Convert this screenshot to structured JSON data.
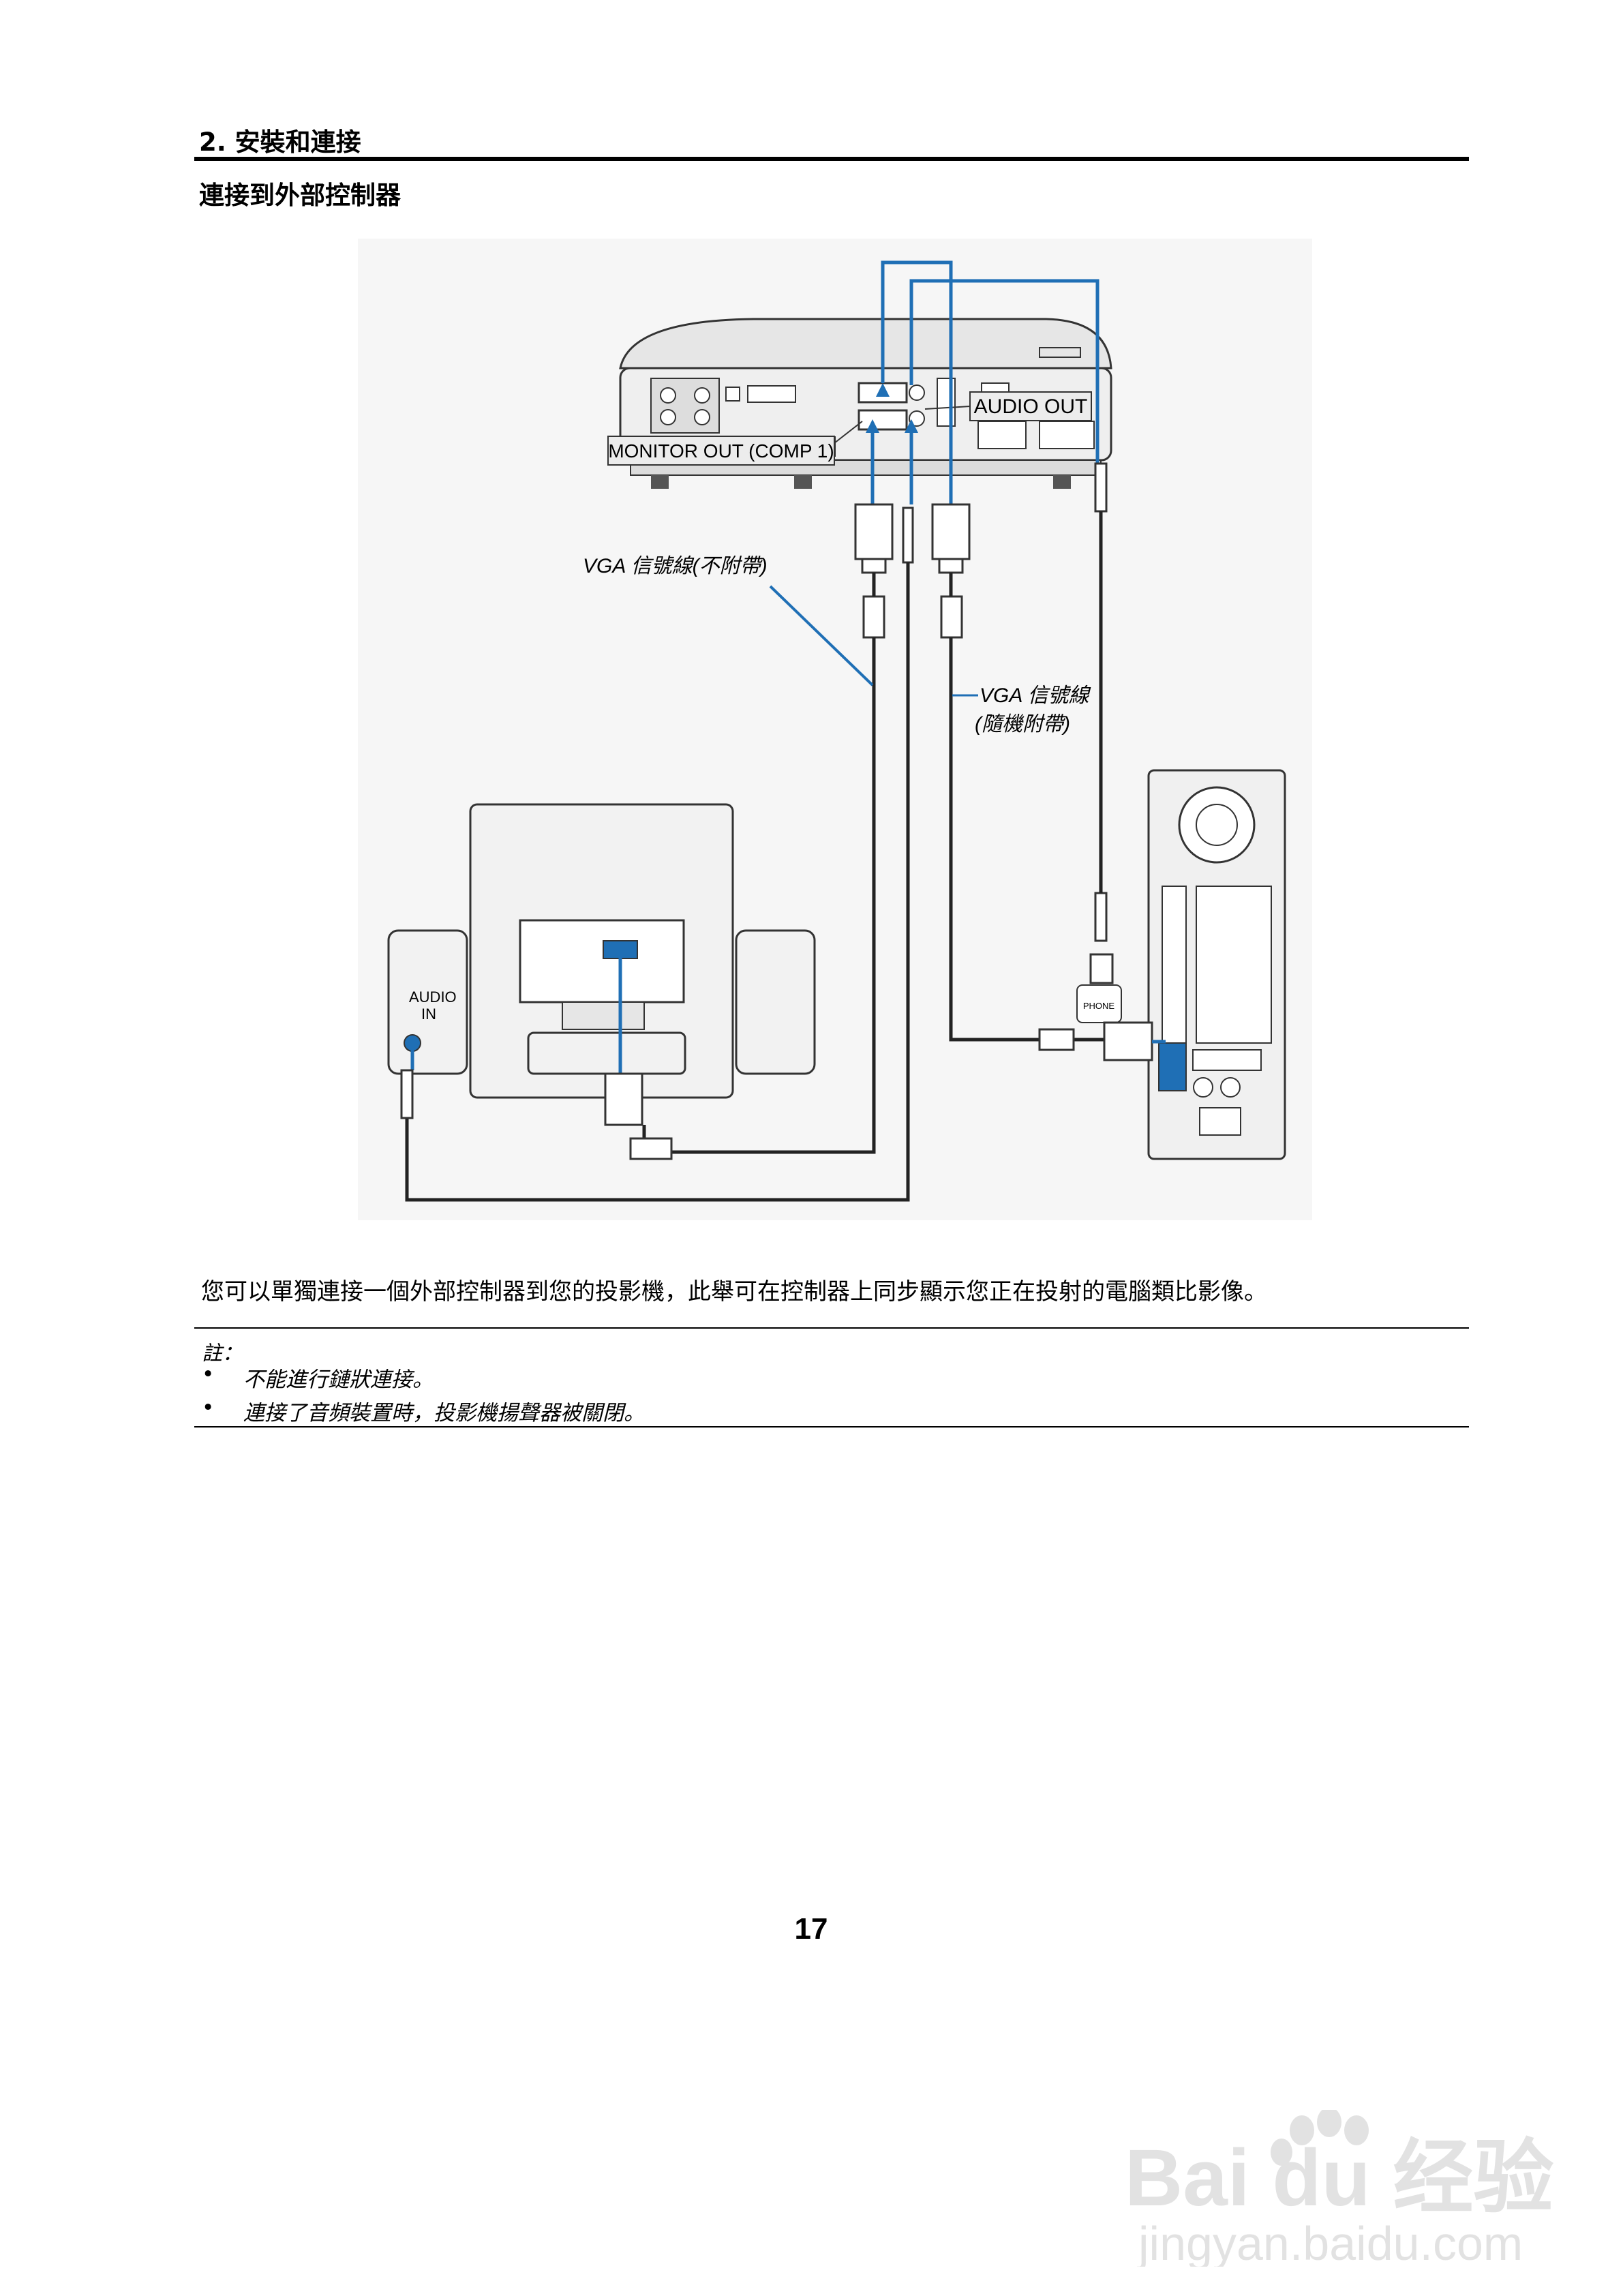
{
  "header": {
    "chapter": "2. 安裝和連接",
    "section": "連接到外部控制器"
  },
  "diagram": {
    "label_audio_out": "AUDIO OUT",
    "label_monitor_out": "MONITOR OUT (COMP 1)",
    "label_vga_not_supplied": "VGA 信號線(不附帶)",
    "label_vga_supplied_line1": "VGA 信號線",
    "label_vga_supplied_line2": "(隨機附帶)",
    "label_audio_in_line1": "AUDIO",
    "label_audio_in_line2": "IN",
    "label_phone": "PHONE",
    "cable_color": "#1f6fb5"
  },
  "body": {
    "paragraph": "您可以單獨連接一個外部控制器到您的投影機，此舉可在控制器上同步顯示您正在投射的電腦類比影像。"
  },
  "notes": {
    "label": "註：",
    "items": [
      {
        "bullet": "•",
        "text": "不能進行鏈狀連接。"
      },
      {
        "bullet": "•",
        "text": "連接了音頻裝置時，投影機揚聲器被關閉。"
      }
    ]
  },
  "footer": {
    "page_number": "17"
  },
  "watermark": {
    "brand": "Bai du 经验",
    "url": "jingyan.baidu.com"
  }
}
